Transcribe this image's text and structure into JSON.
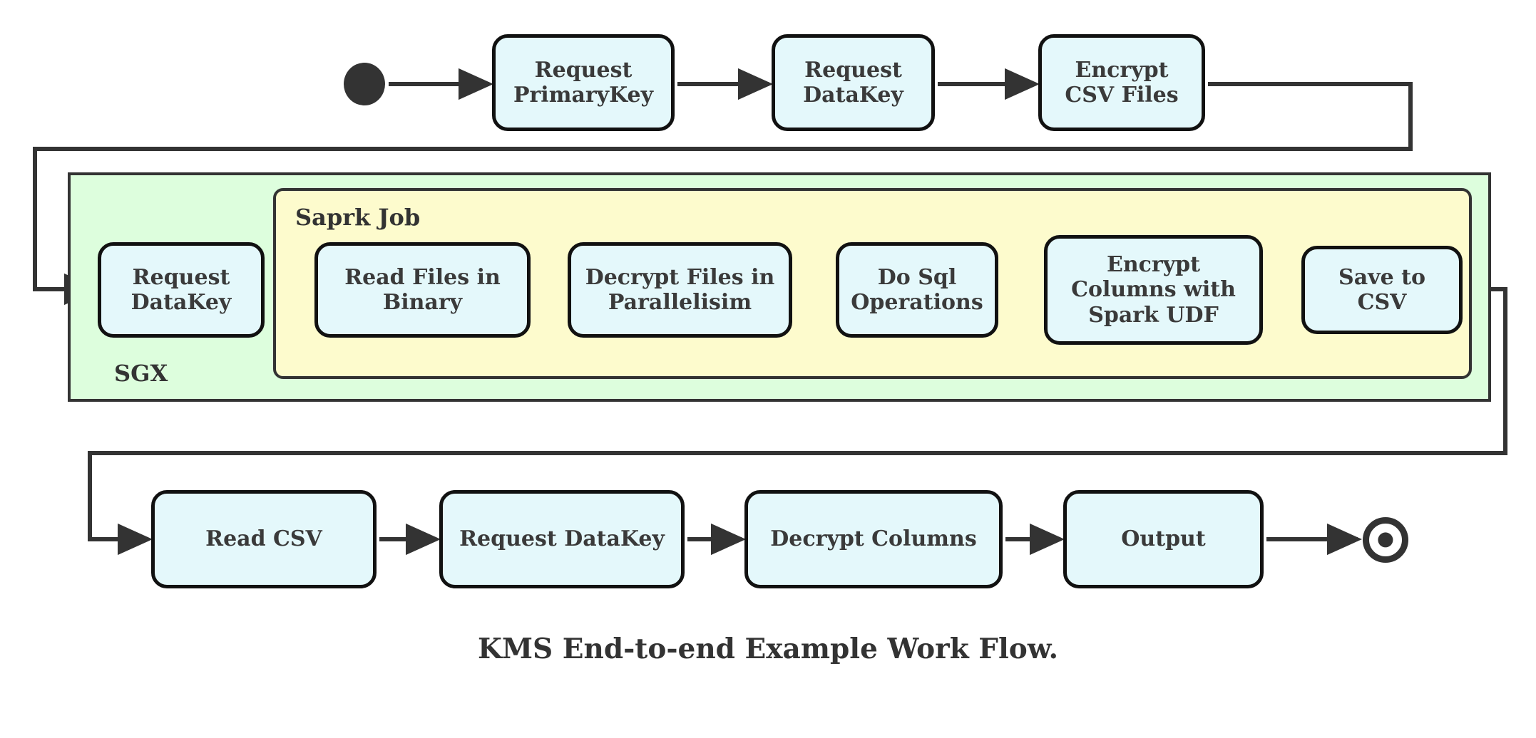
{
  "diagram": {
    "caption": "KMS End-to-end Example Work Flow.",
    "colors": {
      "node_fill": "#e4f8fb",
      "node_stroke": "#111111",
      "sgx_fill": "#ddfedd",
      "spark_fill": "#fdfbcd",
      "line": "#333333",
      "text": "#3a3a3a",
      "background": "#ffffff"
    },
    "groups": [
      {
        "id": "sgx",
        "label": "SGX",
        "label_position": "bottom-left"
      },
      {
        "id": "spark",
        "label": "Saprk Job",
        "label_position": "top-left"
      }
    ],
    "markers": {
      "start": "filled-circle",
      "end": "double-circle"
    },
    "rows": {
      "row1": {
        "nodes": [
          {
            "id": "n1",
            "lines": [
              "Request",
              "PrimaryKey"
            ]
          },
          {
            "id": "n2",
            "lines": [
              "Request",
              "DataKey"
            ]
          },
          {
            "id": "n3",
            "lines": [
              "Encrypt",
              "CSV Files"
            ]
          }
        ]
      },
      "row2": {
        "nodes": [
          {
            "id": "n4",
            "lines": [
              "Request",
              "DataKey"
            ],
            "group": "sgx"
          },
          {
            "id": "n5",
            "lines": [
              "Read Files in",
              "Binary"
            ],
            "group": "spark"
          },
          {
            "id": "n6",
            "lines": [
              "Decrypt Files in",
              "Parallelisim"
            ],
            "group": "spark"
          },
          {
            "id": "n7",
            "lines": [
              "Do Sql",
              "Operations"
            ],
            "group": "spark"
          },
          {
            "id": "n8",
            "lines": [
              "Encrypt",
              "Columns with",
              "Spark UDF"
            ],
            "group": "spark"
          },
          {
            "id": "n9",
            "lines": [
              "Save to CSV"
            ],
            "group": "spark"
          }
        ]
      },
      "row3": {
        "nodes": [
          {
            "id": "n10",
            "lines": [
              "Read CSV"
            ]
          },
          {
            "id": "n11",
            "lines": [
              "Request DataKey"
            ]
          },
          {
            "id": "n12",
            "lines": [
              "Decrypt Columns"
            ]
          },
          {
            "id": "n13",
            "lines": [
              "Output"
            ]
          }
        ]
      }
    },
    "flow_order": [
      "start",
      "Request PrimaryKey",
      "Request DataKey",
      "Encrypt CSV Files",
      "Request DataKey",
      "Read Files in Binary",
      "Decrypt Files in Parallelisim",
      "Do Sql Operations",
      "Encrypt Columns with Spark UDF",
      "Save to CSV",
      "Read CSV",
      "Request DataKey",
      "Decrypt Columns",
      "Output",
      "end"
    ]
  }
}
